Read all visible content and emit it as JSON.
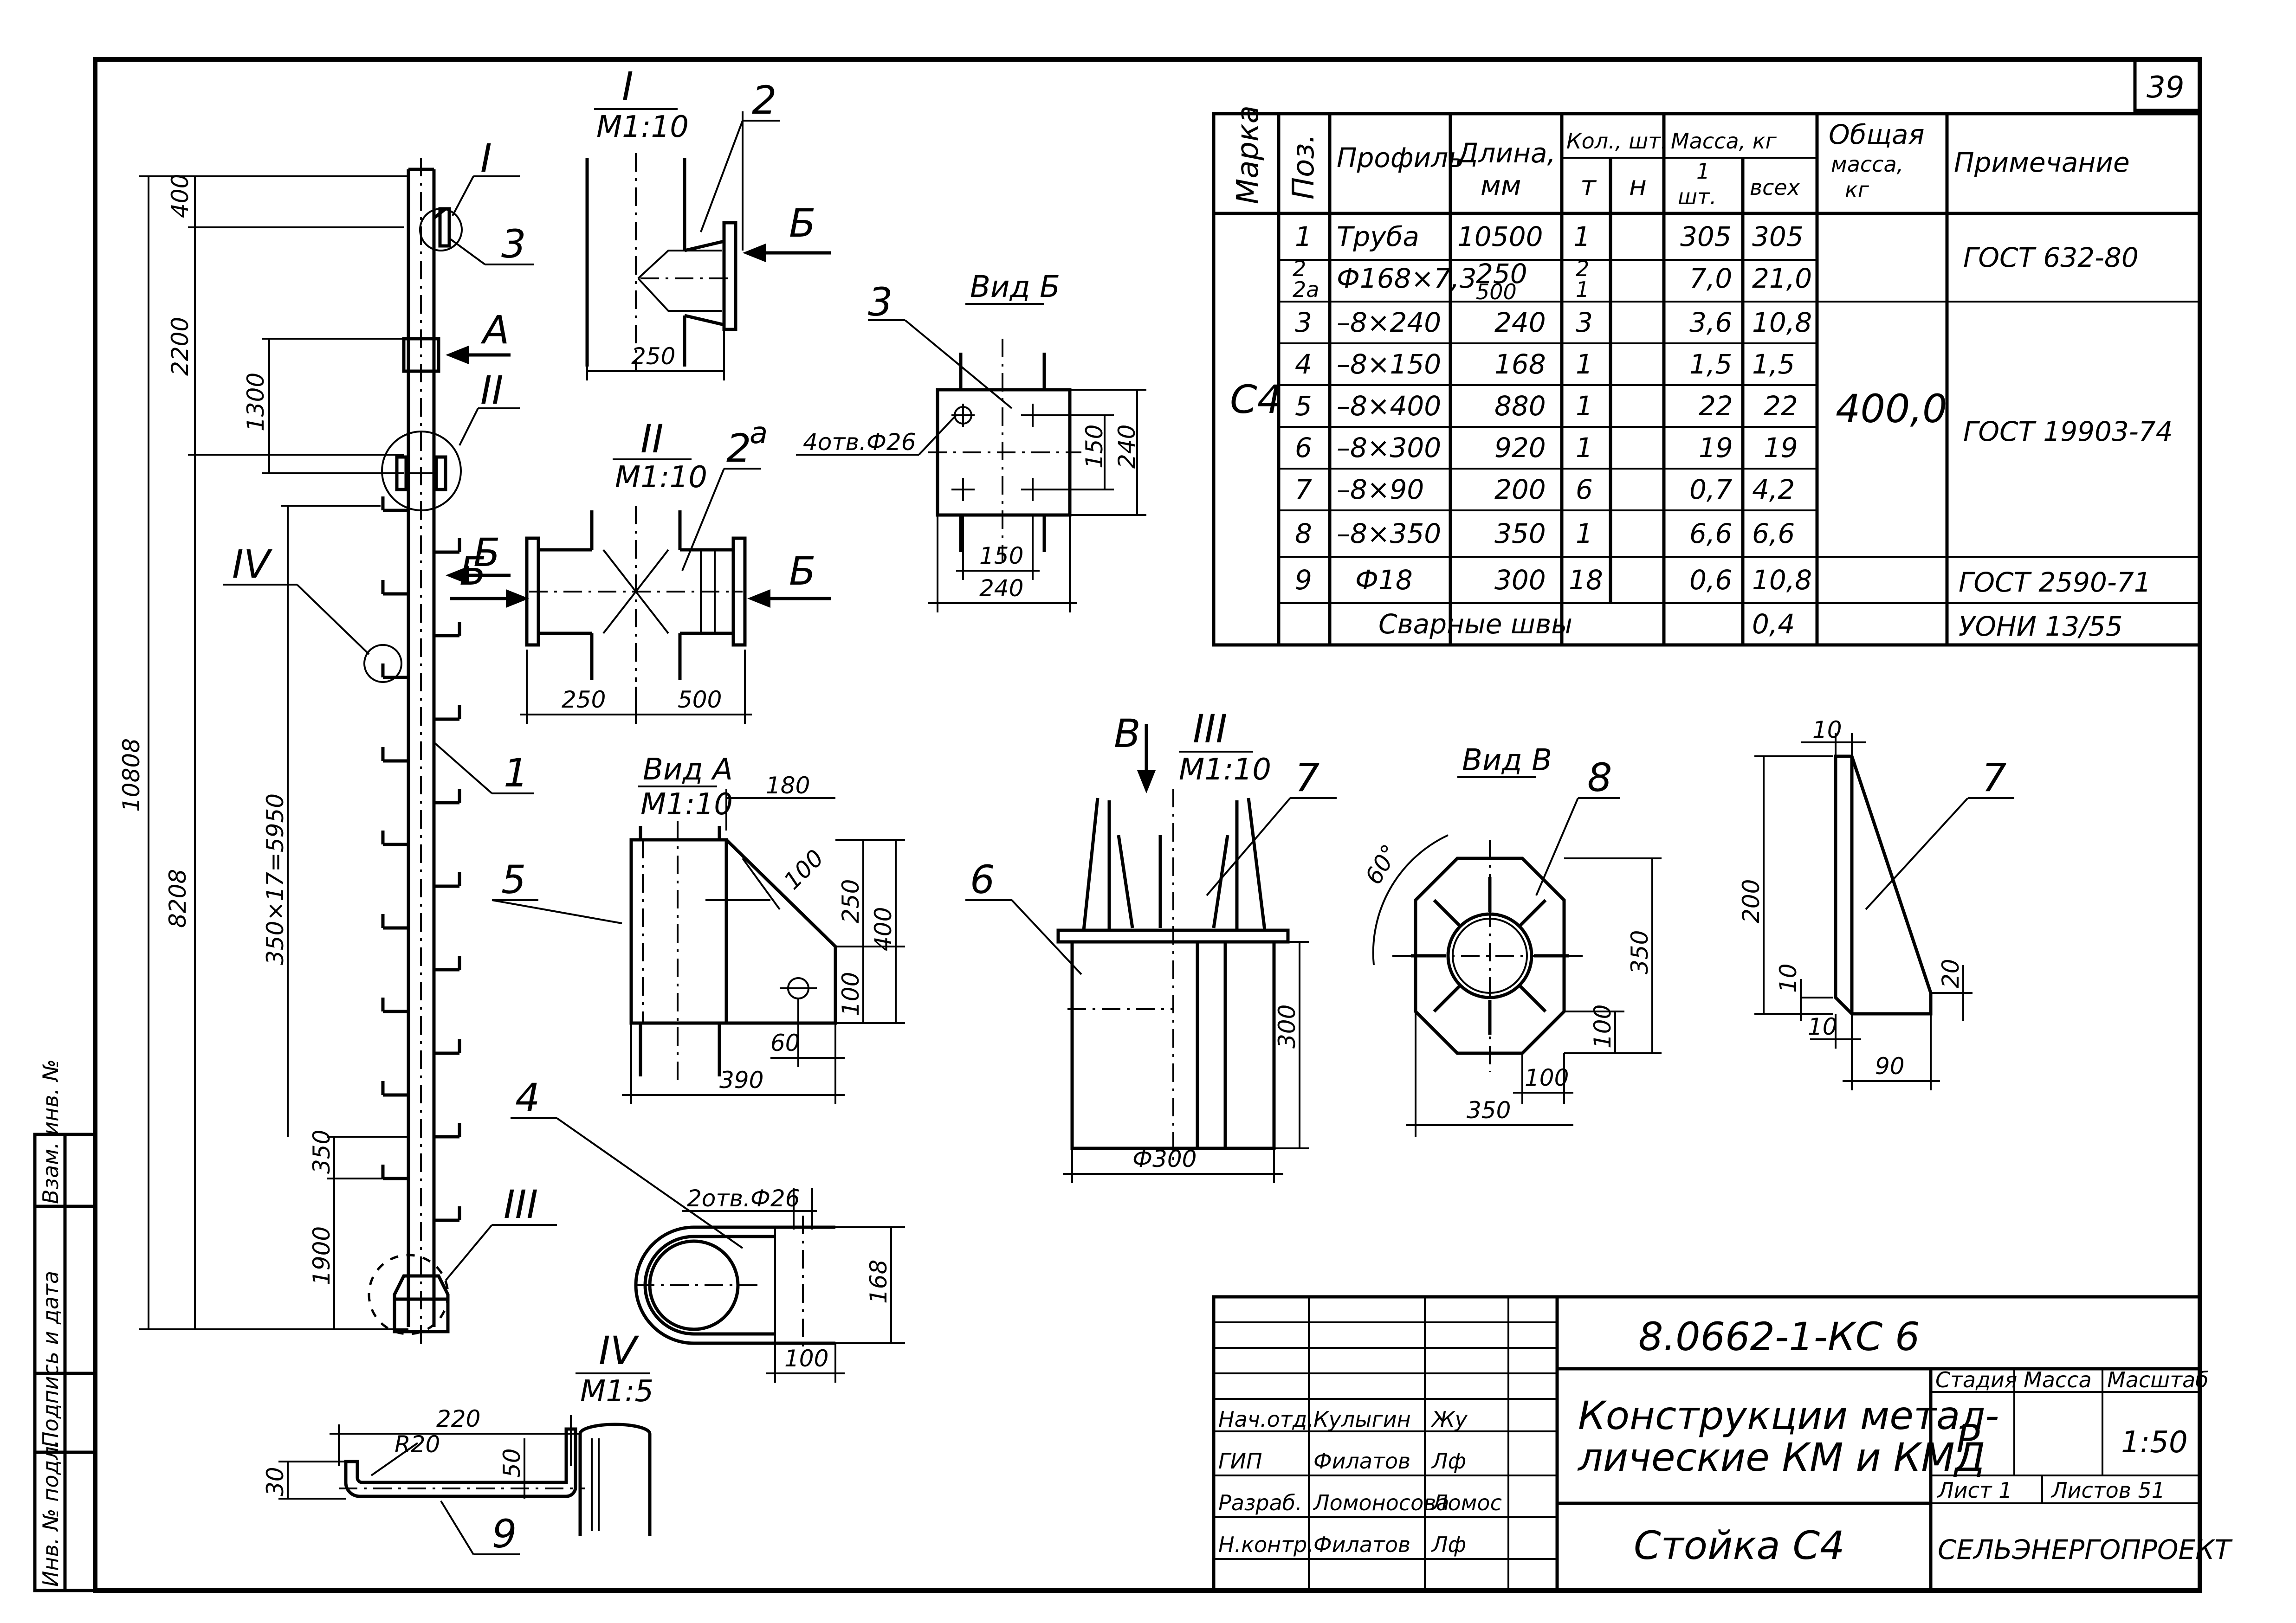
{
  "sheet_number": "39",
  "column_view": {
    "callouts": {
      "I": "I",
      "II": "II",
      "III": "III",
      "IV": "IV",
      "A": "A",
      "B": "Б"
    },
    "positions": {
      "p1": "1",
      "p3": "3"
    },
    "dims": {
      "d400": "400",
      "d2200": "2200",
      "d1300": "1300",
      "d10808": "10808",
      "d8208": "8208",
      "d5950": "350×17=5950",
      "d350": "350",
      "d1900": "1900"
    }
  },
  "detail_I": {
    "title": "I",
    "scale": "М1:10",
    "pos": "2",
    "arrow": "Б",
    "dim": "250"
  },
  "detail_II": {
    "title": "II",
    "scale": "М1:10",
    "pos": "2",
    "pos_sup": "а",
    "arrow_l": "Б",
    "arrow_r": "Б",
    "dim_l": "250",
    "dim_r": "500"
  },
  "view_B": {
    "title": "Вид Б",
    "pos": "3",
    "holes": "4отв.Ф26",
    "d150v": "150",
    "d240v": "240",
    "d150h": "150",
    "d240h": "240"
  },
  "view_A": {
    "title": "Вид А",
    "scale": "М1:10",
    "pos": "5",
    "d180": "180",
    "d100a": "100",
    "d250": "250",
    "d400": "400",
    "d100b": "100",
    "d60": "60",
    "d390": "390"
  },
  "detail_III": {
    "letter": "В",
    "title": "III",
    "scale": "М1:10",
    "pos6": "6",
    "pos7": "7",
    "d300": "300",
    "dphi": "Ф300"
  },
  "view_V": {
    "title": "Вид В",
    "pos": "8",
    "angle": "60°",
    "d350v": "350",
    "d100v": "100",
    "d100h": "100",
    "d350h": "350"
  },
  "rib7": {
    "pos": "7",
    "d10a": "10",
    "d200": "200",
    "d10b": "10",
    "d10c": "10",
    "d20": "20",
    "d90": "90"
  },
  "part4": {
    "pos": "4",
    "holes": "2отв.Ф26",
    "d168": "168",
    "d100": "100"
  },
  "detail_IV": {
    "title": "IV",
    "scale": "М1:5",
    "pos": "9",
    "d220": "220",
    "r20": "R20",
    "d30": "30",
    "d50": "50"
  },
  "spec_table": {
    "h_marka": "Марка",
    "h_poz": "Поз.",
    "h_profil": "Профиль",
    "h_dlina": "Длина,",
    "h_dlina_u": "мм",
    "h_kol": "Кол., шт.",
    "h_t": "т",
    "h_n": "н",
    "h_massa": "Масса, кг",
    "h_m1": "1",
    "h_m1b": "шт.",
    "h_vseh": "всех",
    "h_obsh": "Общая",
    "h_obsh2": "масса,",
    "h_obsh3": "кг",
    "h_prim": "Примечание",
    "marka": "С4",
    "total": "400,0",
    "rows": [
      {
        "poz": "1",
        "profil": "Труба",
        "dlina": "10500",
        "kol": "1",
        "m1": "305",
        "vseh": "305"
      },
      {
        "poz": "2",
        "poz2": "2а",
        "profil": "Ф168×7,3",
        "dlina": "250",
        "dlina2": "500",
        "kol": "2",
        "kol2": "1",
        "m1": "7,0",
        "vseh": "21,0"
      },
      {
        "poz": "3",
        "profil": "–8×240",
        "dlina": "240",
        "kol": "3",
        "m1": "3,6",
        "vseh": "10,8"
      },
      {
        "poz": "4",
        "profil": "–8×150",
        "dlina": "168",
        "kol": "1",
        "m1": "1,5",
        "vseh": "1,5"
      },
      {
        "poz": "5",
        "profil": "–8×400",
        "dlina": "880",
        "kol": "1",
        "m1": "22",
        "vseh": "22"
      },
      {
        "poz": "6",
        "profil": "–8×300",
        "dlina": "920",
        "kol": "1",
        "m1": "19",
        "vseh": "19"
      },
      {
        "poz": "7",
        "profil": "–8×90",
        "dlina": "200",
        "kol": "6",
        "m1": "0,7",
        "vseh": "4,2"
      },
      {
        "poz": "8",
        "profil": "–8×350",
        "dlina": "350",
        "kol": "1",
        "m1": "6,6",
        "vseh": "6,6"
      },
      {
        "poz": "9",
        "profil": "Ф18",
        "dlina": "300",
        "kol": "18",
        "m1": "0,6",
        "vseh": "10,8"
      }
    ],
    "welds": "Сварные швы",
    "welds_mass": "0,4",
    "notes": [
      "ГОСТ 632-80",
      "ГОСТ 19903-74",
      "ГОСТ 2590-71",
      "УОНИ 13/55"
    ]
  },
  "title_block": {
    "code": "8.0662-1-КС 6",
    "title1": "Конструкции метал-",
    "title2": "лические КМ и КМД",
    "name": "Стойка С4",
    "h_stage": "Стадия",
    "h_mass": "Масса",
    "h_scale": "Масштаб",
    "stage": "Р",
    "scale": "1:50",
    "sheet": "Лист 1",
    "sheets": "Листов 51",
    "org": "СЕЛЬЭНЕРГОПРОЕКТ",
    "roles": [
      {
        "role": "Нач.отд.",
        "name": "Кулыгин",
        "sign": "Жy"
      },
      {
        "role": "ГИП",
        "name": "Филатов",
        "sign": "Лф"
      },
      {
        "role": "Разраб.",
        "name": "Ломоносова",
        "sign": "Ломос"
      },
      {
        "role": "Н.контр.",
        "name": "Филатов",
        "sign": "Лф"
      }
    ]
  },
  "side_stamp": {
    "inv": "Инв. № подл.",
    "sign": "Подпись и дата",
    "vzam": "Взам. инв. №"
  }
}
